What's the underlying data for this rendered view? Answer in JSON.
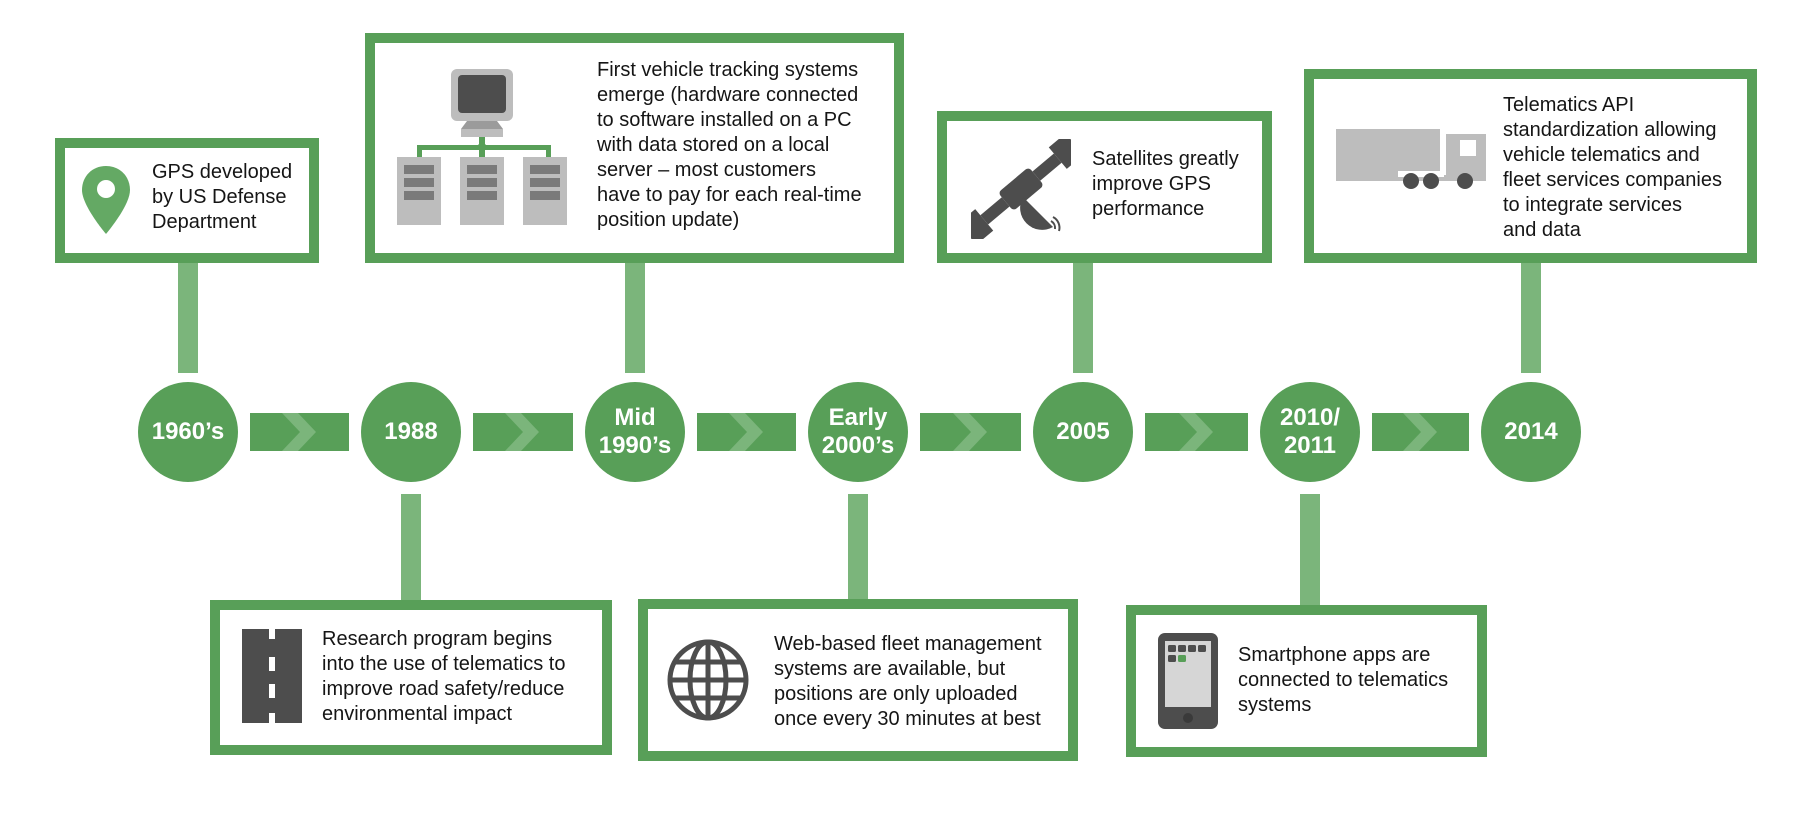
{
  "colors": {
    "primary_green": "#589f58",
    "stem_green": "#7bb57b",
    "icon_dark": "#4d4d4d",
    "icon_gray": "#bdbdbd",
    "text": "#151515"
  },
  "milestones": [
    {
      "label": "1960's",
      "line1": "1960’s",
      "line2": ""
    },
    {
      "label": "1988",
      "line1": "1988",
      "line2": ""
    },
    {
      "label": "Mid 1990's",
      "line1": "Mid",
      "line2": "1990’s"
    },
    {
      "label": "Early 2000's",
      "line1": "Early",
      "line2": "2000’s"
    },
    {
      "label": "2005",
      "line1": "2005",
      "line2": ""
    },
    {
      "label": "2010/2011",
      "line1": "2010/",
      "line2": "2011"
    },
    {
      "label": "2014",
      "line1": "2014",
      "line2": ""
    }
  ],
  "events": {
    "e1960s": {
      "icon": "map-pin-icon",
      "lines": [
        "GPS developed",
        "by US Defense",
        "Department"
      ]
    },
    "e1988": {
      "icon": "road-icon",
      "lines": [
        "Research program begins",
        "into the use of telematics to",
        "improve road safety/reduce",
        "environmental impact"
      ]
    },
    "emid1990s": {
      "icon": "computer-network-icon",
      "lines": [
        "First vehicle tracking systems",
        "emerge (hardware connected",
        "to software installed on a PC",
        "with data stored on a local",
        "server – most customers",
        "have to pay for each real-time",
        "position update)"
      ]
    },
    "eearly2000s": {
      "icon": "globe-icon",
      "lines": [
        "Web-based fleet management",
        "systems are available, but",
        "positions are only uploaded",
        "once every 30 minutes at best"
      ]
    },
    "e2005": {
      "icon": "satellite-icon",
      "lines": [
        "Satellites greatly",
        "improve GPS",
        "performance"
      ]
    },
    "e2010": {
      "icon": "smartphone-icon",
      "lines": [
        "Smartphone apps are",
        "connected to telematics",
        "systems"
      ]
    },
    "e2014": {
      "icon": "truck-icon",
      "lines": [
        "Telematics API",
        "standardization allowing",
        "vehicle telematics and",
        "fleet services companies",
        "to integrate services",
        "and data"
      ]
    }
  }
}
